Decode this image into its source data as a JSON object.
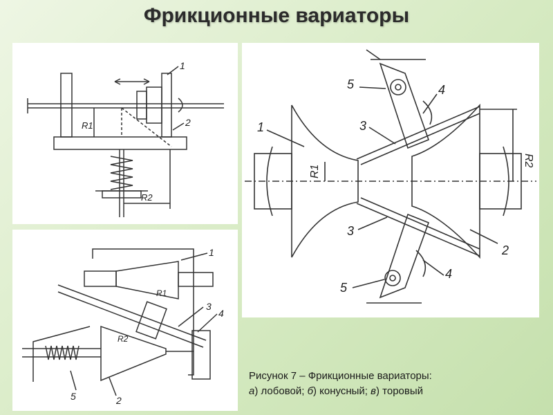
{
  "title": "Фрикционные вариаторы",
  "caption": {
    "line1": "Рисунок 7 – Фрикционные вариаторы:",
    "a_letter": "а",
    "a_text": ") лобовой; ",
    "b_letter": "б",
    "b_text": ") конусный; ",
    "c_letter": "в",
    "c_text": ") торовый"
  },
  "panel_a": {
    "label_1": "1",
    "label_2": "2",
    "label_r1": "R1",
    "label_r2": "R2"
  },
  "panel_b": {
    "label_1": "1",
    "label_2": "2",
    "label_3": "3",
    "label_4": "4",
    "label_5": "5",
    "label_r1": "R1",
    "label_r2": "R2"
  },
  "panel_c": {
    "label_1": "1",
    "label_2": "2",
    "label_3_top": "3",
    "label_3_bottom": "3",
    "label_4_top": "4",
    "label_4_bottom": "4",
    "label_5_top": "5",
    "label_5_bottom": "5",
    "label_r1": "R1",
    "label_r2": "R2"
  }
}
